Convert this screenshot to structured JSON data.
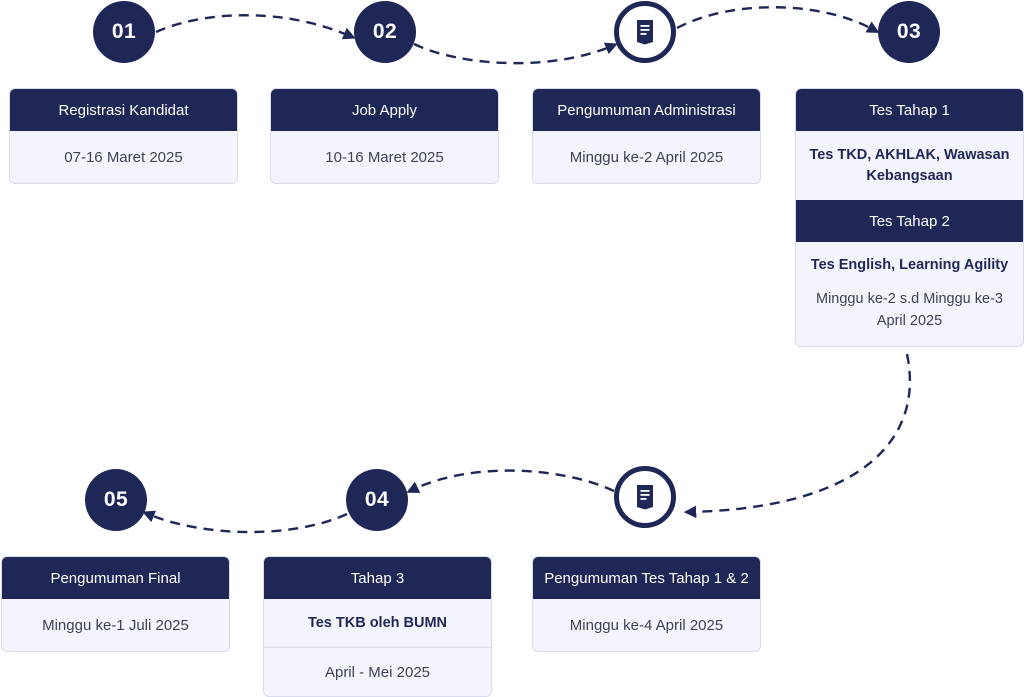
{
  "colors": {
    "primary": "#1f2757",
    "card_bg": "#f4f5fc",
    "border": "#d9dcec"
  },
  "steps": {
    "s01": {
      "number": "01",
      "title": "Registrasi Kandidat",
      "date": "07-16 Maret 2025"
    },
    "s02": {
      "number": "02",
      "title": "Job Apply",
      "date": "10-16 Maret 2025"
    },
    "admin": {
      "icon": "document-icon",
      "title": "Pengumuman Administrasi",
      "date": "Minggu ke-2 April 2025"
    },
    "s03": {
      "number": "03",
      "tahap1_title": "Tes Tahap 1",
      "tahap1_desc": "Tes TKD, AKHLAK, Wawasan Kebangsaan",
      "tahap2_title": "Tes Tahap 2",
      "tahap2_desc": "Tes English, Learning Agility",
      "date": "Minggu ke-2 s.d Minggu ke-3 April 2025"
    },
    "announce12": {
      "icon": "document-icon",
      "title": "Pengumuman Tes Tahap 1 & 2",
      "date": "Minggu ke-4 April 2025"
    },
    "s04": {
      "number": "04",
      "title": "Tahap 3",
      "desc": "Tes TKB oleh BUMN",
      "date": "April - Mei 2025"
    },
    "s05": {
      "number": "05",
      "title": "Pengumuman Final",
      "date": "Minggu ke-1 Juli 2025"
    }
  }
}
